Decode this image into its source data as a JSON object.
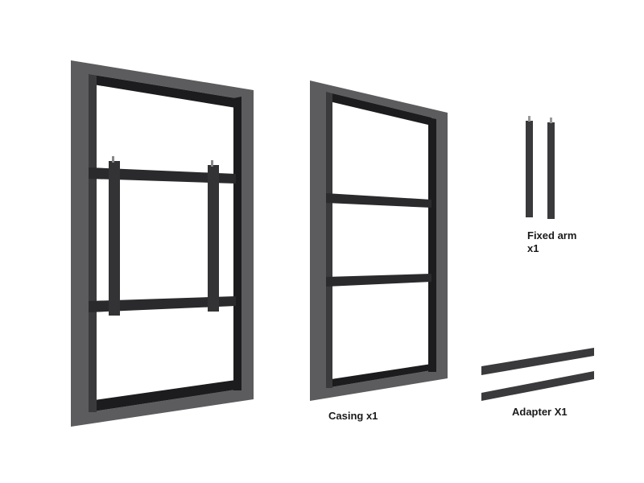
{
  "labels": {
    "fixed_arm_line1": "Fixed arm",
    "fixed_arm_line2": "x1",
    "casing": "Casing x1",
    "adapter": "Adapter X1"
  },
  "colors": {
    "frame_gray": "#5a5a5c",
    "frame_dark": "#1c1c1e",
    "bracket": "#3a3a3c"
  }
}
